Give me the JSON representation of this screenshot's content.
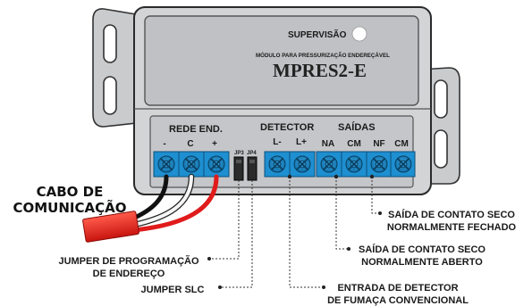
{
  "panel": {
    "supervision_label": "SUPERVISÃO",
    "module_subtitle": "MÓDULO PARA PRESSURIZAÇÃO ENDEREÇÁVEL",
    "model": "MPRES2-E"
  },
  "terminal_groups": {
    "rede": {
      "title": "REDE END.",
      "pins": [
        "-",
        "C",
        "+"
      ]
    },
    "jumpers": [
      "JP3",
      "JP4"
    ],
    "detector": {
      "title": "DETECTOR",
      "pins": [
        "L-",
        "L+"
      ]
    },
    "saidas": {
      "title": "SAÍDAS",
      "pins": [
        "NA",
        "CM",
        "NF",
        "CM"
      ]
    }
  },
  "callouts": {
    "cable": [
      "CABO DE",
      "COMUNICAÇÃO"
    ],
    "jumper_prog": [
      "JUMPER DE PROGRAMAÇÃO",
      "DE ENDEREÇO"
    ],
    "jumper_slc": [
      "JUMPER SLC"
    ],
    "detector_input": [
      "ENTRADA DE DETECTOR",
      "DE FUMAÇA CONVENCIONAL"
    ],
    "contact_open": [
      "SAÍDA DE CONTATO SECO",
      "NORMALMENTE ABERTO"
    ],
    "contact_closed": [
      "SAÍDA DE CONTATO SECO",
      "NORMALMENTE FECHADO"
    ]
  },
  "colors": {
    "enclosure": "#d2d4d6",
    "label_panel": "#bfc1c4",
    "terminal_block": "#1e8fd0",
    "wire_red": "#e01b1b",
    "wire_black": "#111111",
    "wire_white": "#f5f5f5"
  }
}
